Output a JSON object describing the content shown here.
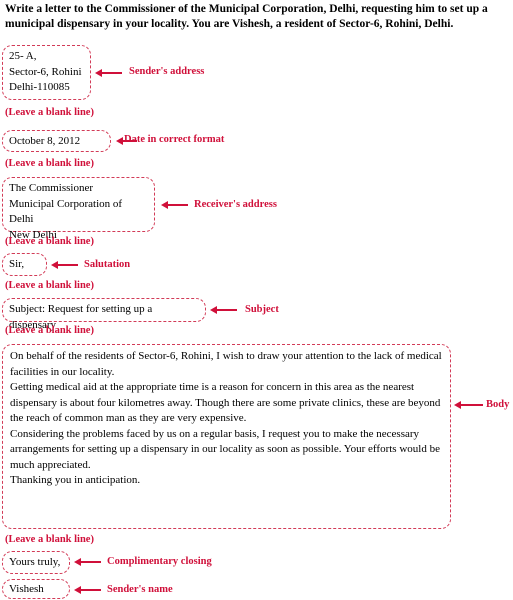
{
  "question": "Write a letter to the Commissioner of the Municipal Corporation, Delhi, requesting him to set up a municipal dispensary in your locality. You are Vishesh, a resident of Sector-6, Rohini, Delhi.",
  "blank_line": "(Leave a blank line)",
  "sender_address": [
    "25- A,",
    "Sector-6, Rohini",
    "Delhi-110085"
  ],
  "date": "October 8, 2012",
  "receiver_address": [
    "The Commissioner",
    "Municipal Corporation of Delhi",
    "New Delhi"
  ],
  "salutation": "Sir,",
  "subject": "Subject: Request for setting up a dispensary",
  "body": [
    "On behalf of the residents of Sector-6, Rohini, I wish to draw your attention to the lack of medical facilities in our locality.",
    "Getting medical aid at the appropriate time is a reason for concern in this area as the nearest dispensary is about four kilometres away. Though there are some private clinics, these are beyond the reach of common man as they are very expensive.",
    "Considering the problems faced by us on a regular basis, I request you to make the necessary arrangements for setting up a dispensary in our locality as soon as possible. Your efforts would be much appreciated.",
    "Thanking you in anticipation."
  ],
  "closing": "Yours truly,",
  "sender_name": "Vishesh",
  "labels": {
    "sender_address": "Sender's address",
    "date": "Date in correct format",
    "receiver_address": "Receiver's address",
    "salutation": "Salutation",
    "subject": "Subject",
    "body": "Body",
    "closing": "Complimentary closing",
    "sender_name": "Sender's name"
  },
  "colors": {
    "accent": "#d0103a",
    "box_border": "#d23b57"
  }
}
